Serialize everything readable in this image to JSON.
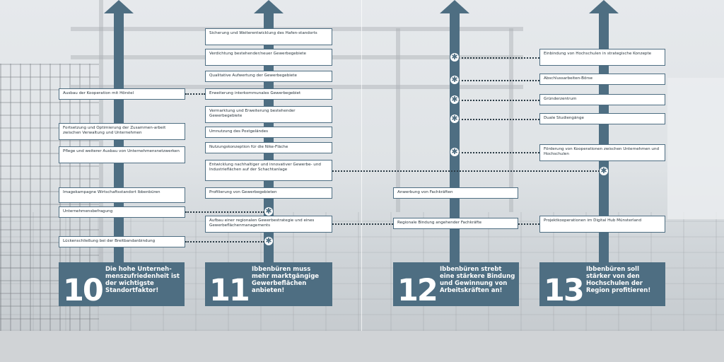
{
  "columns": [
    {
      "number": "10",
      "statement": "Die hohe Unterneh-menszufriedenheit ist der wichtigste Standortfaktor!",
      "measures": [
        "Ausbau der Kooperation mit Hörstel",
        "Fortsetzung und Optimierung der Zusammen-arbeit zwischen Verwaltung und Unternehmen",
        "Pflege und weiterer Ausbau von Unternehmensnetzwerken",
        "Imagekampagne Wirtschaftsstandort Ibbenbüren",
        "Unternehmensbefragung",
        "Lückenschließung bei der Breitbandanbindung"
      ]
    },
    {
      "number": "11",
      "statement": "Ibbenbüren muss mehr marktgängige Gewerbeflächen anbieten!",
      "measures": [
        "Sicherung und Weiterentwicklung des Hafen-standorts",
        "Verdichtung bestehender/neuer Gewerbegebiete",
        "Qualitative Aufwertung der Gewerbegebiete",
        "Erweiterung interkommunales Gewerbegebiet",
        "Vermarktung und Erweiterung bestehender Gewerbegebiete",
        "Umnutzung des Postgeländes",
        "Nutzungskonzeption für die Nike-Fläche",
        "Entwicklung nachhaltiger und innovativer Gewerbe- und Industrieflächen auf der Schachtanlage",
        "Profilierung von Gewerbegebieten",
        "Aufbau einer regionalen Gewerbestrategie und eines Gewerbeflächenmanagements"
      ]
    },
    {
      "number": "12",
      "statement": "Ibbenbüren strebt eine stärkere Bindung und Gewinnung von Arbeitskräften an!",
      "measures": [
        "Anwerbung von Fachkräften",
        "Regionale Bindung angehender Fachkräfte"
      ]
    },
    {
      "number": "13",
      "statement": "Ibbenbüren soll stärker von den Hochschulen der Region profitieren!",
      "measures": [
        "Einbindung von Hochschulen in strategische Konzepte",
        "Abschlussarbeiten-Börse",
        "Gründerzentrum",
        "Duale Studiengänge",
        "Förderung von Kooperationen zwischen Unternehmen und Hochschulen",
        "Projektkooperationen im Digital Hub Münsterland"
      ]
    }
  ],
  "marker_symbol": "✱",
  "colors": {
    "accent": "#4e6e82",
    "box_bg": "#ffffff",
    "text": "#27343c"
  }
}
